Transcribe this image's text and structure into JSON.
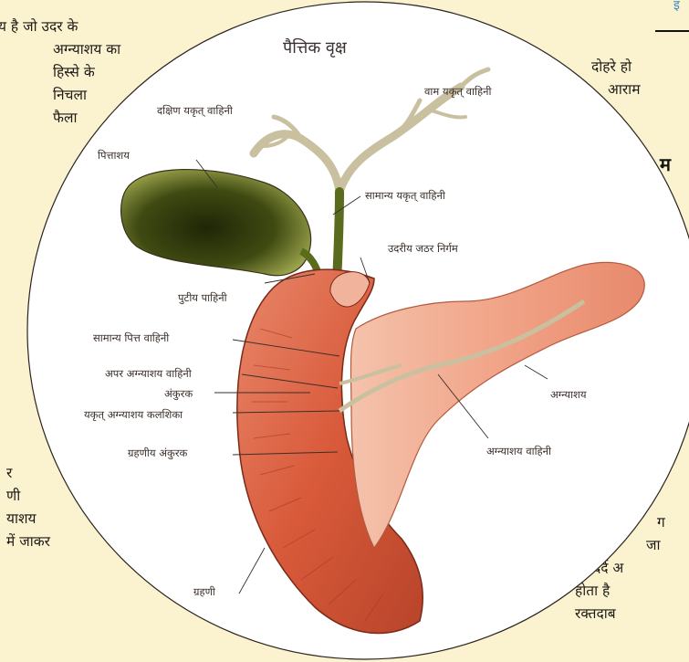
{
  "header": {
    "mark": "इ"
  },
  "left_column": {
    "top_lines": [
      "य है जो उदर के",
      "अग्न्याशय का",
      "हिस्से के",
      "निचला",
      "फैला"
    ],
    "bottom_lines": [
      "र",
      "णी",
      "याशय",
      "में जाकर"
    ]
  },
  "right_column": {
    "top_lines": [
      "दोहरे हो",
      "आराम"
    ],
    "heading": "म",
    "bottom_lines": [
      "ग",
      "जा",
      "दर्द अ",
      "होता है",
      "रक्तदाब"
    ]
  },
  "diagram": {
    "title": "पैत्तिक वृक्ष",
    "labels": {
      "left_hepatic_duct": "वाम यकृत् वाहिनी",
      "right_hepatic_duct": "दक्षिण यकृत् वाहिनी",
      "gallbladder": "पित्ताशय",
      "common_hepatic_duct": "सामान्य यकृत् वाहिनी",
      "pylorus": "उदरीय जठर निर्गम",
      "cystic_duct": "पुटीय पाहिनी",
      "common_bile_duct": "सामान्य पित्त वाहिनी",
      "accessory_pancreatic_duct": "अपर अग्न्याशय वाहिनी",
      "papilla": "अंकुरक",
      "hepatopancreatic_ampulla": "यकृत् अग्न्याशय कलशिका",
      "duodenal_papilla": "ग्रहणीय अंकुरक",
      "duodenum": "ग्रहणी",
      "pancreas": "अग्न्याशय",
      "pancreatic_duct": "अग्न्याशय वाहिनी"
    }
  },
  "colors": {
    "page_background": "#fbf3cf",
    "circle_fill": "#ffffff",
    "gallbladder": "#3f4a12",
    "duct": "#5a6b1e",
    "duodenum": "#d85a3a",
    "pancreas": "#f1a488",
    "header_blue": "#3b86c7"
  }
}
